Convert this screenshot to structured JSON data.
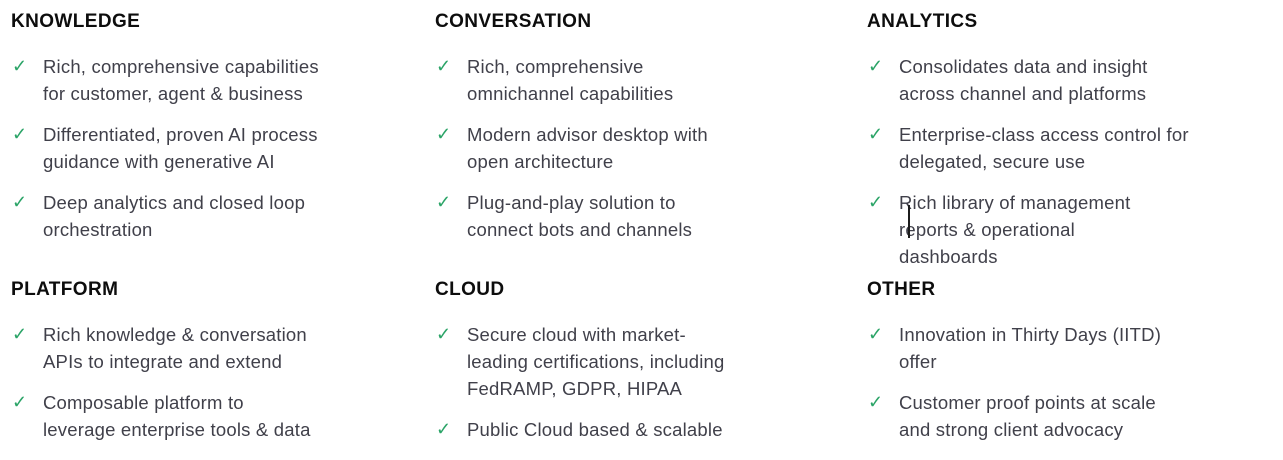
{
  "checkmark_glyph": "✓",
  "accent": {
    "check_color": "#2ba467",
    "heading_color": "#0d0d0d",
    "body_color": "#40404a"
  },
  "sections": [
    {
      "title": "KNOWLEDGE",
      "items": [
        "Rich, comprehensive capabilities\nfor customer, agent & business",
        "Differentiated, proven AI process\nguidance with generative AI",
        "Deep analytics and closed loop\norchestration"
      ]
    },
    {
      "title": "CONVERSATION",
      "items": [
        "Rich, comprehensive\nomnichannel capabilities",
        "Modern advisor desktop with\nopen architecture",
        "Plug-and-play solution to\nconnect bots and channels"
      ]
    },
    {
      "title": "ANALYTICS",
      "items": [
        "Consolidates data and insight\nacross channel and platforms",
        "Enterprise-class access control for\ndelegated, secure use",
        "Rich library of management\nreports & operational\ndashboards"
      ]
    },
    {
      "title": "PLATFORM",
      "items": [
        "Rich knowledge & conversation\nAPIs to integrate and extend",
        "Composable platform to\nleverage enterprise tools & data"
      ]
    },
    {
      "title": "CLOUD",
      "items": [
        "Secure cloud with market-\nleading certifications, including\nFedRAMP, GDPR, HIPAA",
        "Public Cloud based & scalable"
      ]
    },
    {
      "title": "OTHER",
      "items": [
        "Innovation in Thirty Days (IITD)\noffer",
        "Customer proof points at scale\nand strong client advocacy"
      ]
    }
  ]
}
